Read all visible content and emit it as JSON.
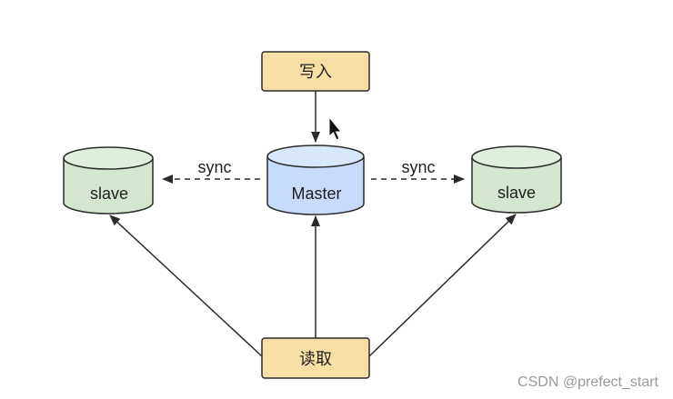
{
  "diagram": {
    "write_box": {
      "label": "写入",
      "fill": "#f8dfa6",
      "stroke": "#2b2b2b"
    },
    "read_box": {
      "label": "读取",
      "fill": "#f8dfa6",
      "stroke": "#2b2b2b"
    },
    "master_db": {
      "label": "Master",
      "fill": "#c6dcfa",
      "top_fill": "#d8e7fc",
      "stroke": "#2b2b2b"
    },
    "slave_left_db": {
      "label": "slave",
      "fill": "#d4e6cf",
      "top_fill": "#e0eedd",
      "stroke": "#2b2b2b"
    },
    "slave_right_db": {
      "label": "slave",
      "fill": "#d4e6cf",
      "top_fill": "#e0eedd",
      "stroke": "#2b2b2b"
    },
    "sync_left_label": "sync",
    "sync_right_label": "sync",
    "cursor_icon": "arrow-pointer"
  },
  "watermark": "CSDN @prefect_start"
}
